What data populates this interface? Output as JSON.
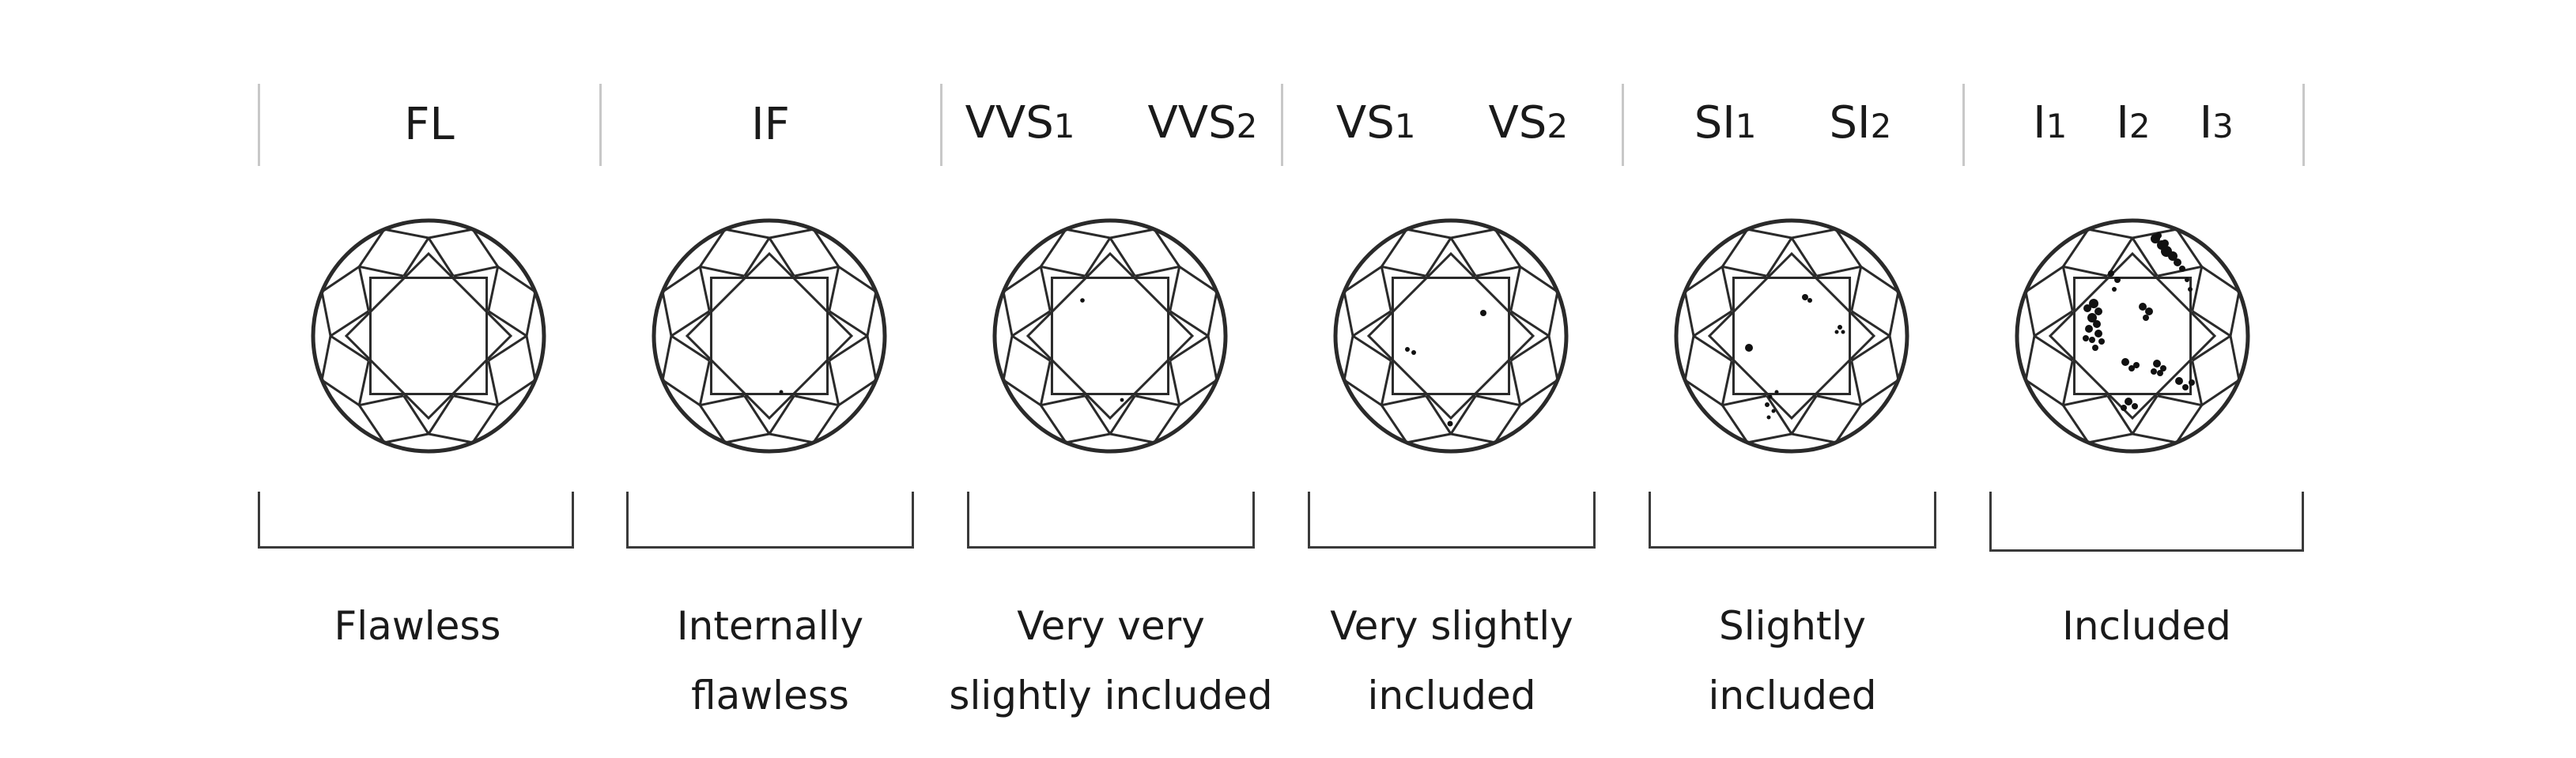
{
  "diagram": {
    "groups": [
      {
        "id": "fl",
        "grades": [
          {
            "main": "FL",
            "sub": ""
          }
        ],
        "caption": [
          "Flawless"
        ]
      },
      {
        "id": "if",
        "grades": [
          {
            "main": "IF",
            "sub": ""
          }
        ],
        "caption": [
          "Internally",
          "flawless"
        ]
      },
      {
        "id": "vvs",
        "grades": [
          {
            "main": "VVS",
            "sub": "1"
          },
          {
            "main": "VVS",
            "sub": "2"
          }
        ],
        "caption": [
          "Very very",
          "slightly included"
        ]
      },
      {
        "id": "vs",
        "grades": [
          {
            "main": "VS",
            "sub": "1"
          },
          {
            "main": "VS",
            "sub": "2"
          }
        ],
        "caption": [
          "Very slightly",
          "included"
        ]
      },
      {
        "id": "si",
        "grades": [
          {
            "main": "SI",
            "sub": "1"
          },
          {
            "main": "SI",
            "sub": "2"
          }
        ],
        "caption": [
          "Slightly",
          "included"
        ]
      },
      {
        "id": "inc",
        "grades": [
          {
            "main": "I",
            "sub": "1"
          },
          {
            "main": "I",
            "sub": "2"
          },
          {
            "main": "I",
            "sub": "3"
          }
        ],
        "caption": [
          "Included"
        ]
      }
    ],
    "colors": {
      "outline": "#2a2a2a",
      "divider": "#c8c8c8",
      "inclusion": "#111111"
    },
    "icon": "round-brilliant-diamond-icon"
  }
}
